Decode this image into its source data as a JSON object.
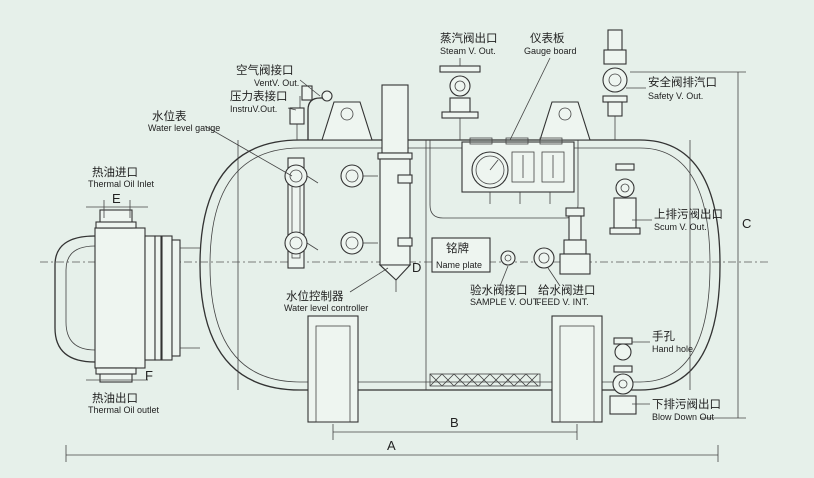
{
  "labels": {
    "steam_valve": {
      "cn": "蒸汽阀出口",
      "en": "Steam V. Out."
    },
    "gauge_board": {
      "cn": "仪表板",
      "en": "Gauge board"
    },
    "safety_valve": {
      "cn": "安全阀排汽口",
      "en": "Safety V. Out."
    },
    "vent_valve": {
      "cn": "空气阀接口",
      "en": "VentV. Out."
    },
    "instru_valve": {
      "cn": "压力表接口",
      "en": "InstruV.Out."
    },
    "water_level_gauge": {
      "cn": "水位表",
      "en": "Water level gauge"
    },
    "thermal_oil_inlet": {
      "cn": "热油进口",
      "en": "Thermal Oil Inlet"
    },
    "thermal_oil_outlet": {
      "cn": "热油出口",
      "en": "Thermal Oil outlet"
    },
    "scum_valve": {
      "cn": "上排污阀出口",
      "en": "Scum V. Out."
    },
    "name_plate": {
      "cn": "铭牌",
      "en": "Name plate"
    },
    "water_level_controller": {
      "cn": "水位控制器",
      "en": "Water level controller"
    },
    "sample_valve": {
      "cn": "验水阀接口",
      "en": "SAMPLE V. OUT."
    },
    "feed_valve": {
      "cn": "给水阀进口",
      "en": "FEED V. INT."
    },
    "hand_hole": {
      "cn": "手孔",
      "en": "Hand hole"
    },
    "blow_down": {
      "cn": "下排污阀出口",
      "en": "Blow Down Out"
    }
  },
  "dimensions": {
    "A": "A",
    "B": "B",
    "C": "C",
    "D": "D",
    "E": "E",
    "F": "F"
  }
}
